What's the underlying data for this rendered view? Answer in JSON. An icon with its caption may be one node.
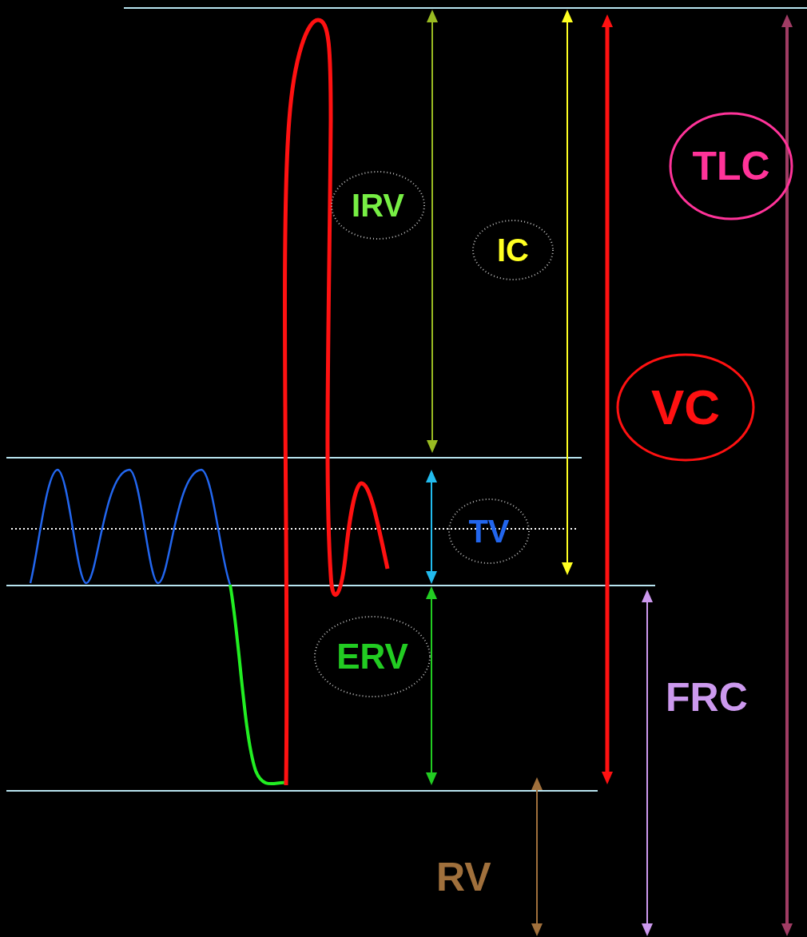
{
  "diagram": {
    "nodes": [
      {
        "text": [
          "TLC"
        ]
      },
      {
        "text": [
          "IRV"
        ]
      },
      {
        "text": [
          "IC"
        ]
      },
      {
        "text": [
          "VC"
        ]
      },
      {
        "text": [
          "TV"
        ]
      },
      {
        "text": [
          "ERV"
        ]
      }
    ],
    "labels": [
      "FRC",
      "RV"
    ]
  }
}
